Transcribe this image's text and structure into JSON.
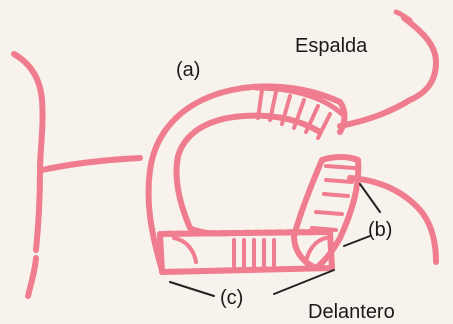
{
  "labels": {
    "espalda": "Espalda",
    "delantero": "Delantero",
    "a": "(a)",
    "b": "(b)",
    "c": "(c)"
  },
  "colors": {
    "pattern_stroke": "#f07c8f",
    "pattern_stroke_dark": "#ea6e84",
    "pointer": "#222222",
    "background": "#f7f3ec"
  }
}
